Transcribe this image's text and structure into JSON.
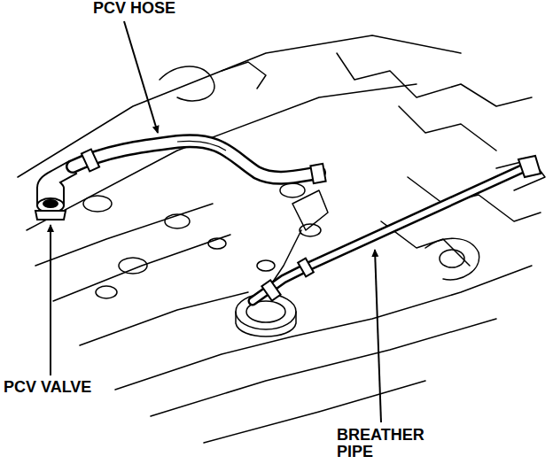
{
  "diagram": {
    "labels": [
      "PCV HOSE",
      "PCV VALVE",
      "BREATHER PIPE"
    ]
  }
}
